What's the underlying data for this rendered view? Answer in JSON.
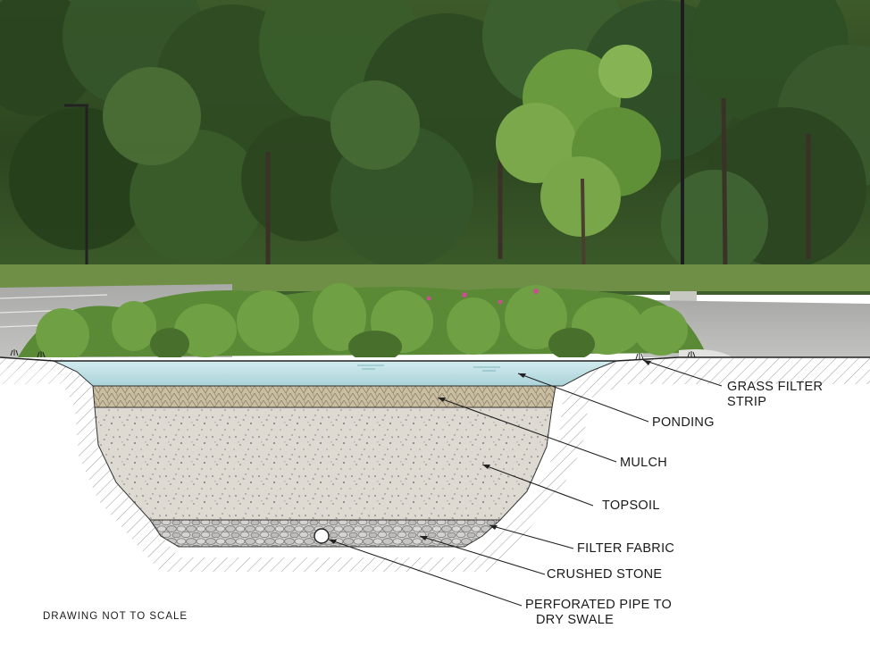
{
  "labels": {
    "grass_filter_strip": [
      "GRASS FILTER",
      "STRIP"
    ],
    "ponding": "PONDING",
    "mulch": "MULCH",
    "topsoil": "TOPSOIL",
    "filter_fabric": "FILTER FABRIC",
    "crushed_stone": "CRUSHED STONE",
    "perforated_pipe": [
      "PERFORATED PIPE TO",
      "DRY SWALE"
    ]
  },
  "note": "DRAWING NOT TO SCALE",
  "colors": {
    "sky_forest": "#2f4a22",
    "asphalt": "#b4b5b3",
    "grass": "#5d8a3a",
    "ponding": "#bfe0e6",
    "mulch": "#c8bca0",
    "topsoil": "#ddd9cf",
    "crushed_stone": "#c9c8c4",
    "earth_hatch": "#555555"
  },
  "icons": [
    "tree-icon",
    "light-pole-icon",
    "grass-tuft-icon",
    "pipe-icon"
  ]
}
